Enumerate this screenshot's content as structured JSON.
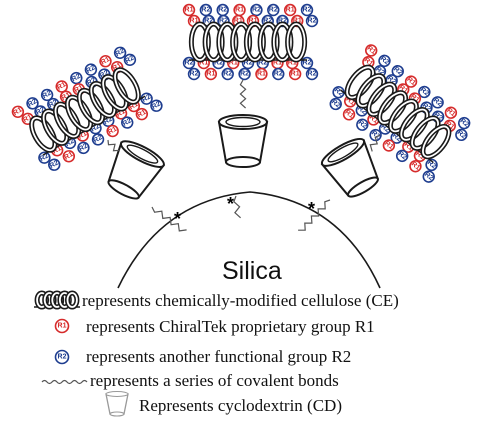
{
  "diagram": {
    "core_label": "Silica",
    "bond_marker": "*",
    "bead_labels": {
      "r1": "R1",
      "r2": "R2"
    },
    "colors": {
      "r1": "#d62b2b",
      "r2": "#1e3d8f",
      "outline": "#1a1a1a",
      "cd": "#777777"
    },
    "icons": {
      "cellulose": "helix-icon",
      "r1": "red-bead-icon",
      "r2": "blue-bead-icon",
      "bond": "wavy-line-icon",
      "cd": "cone-icon"
    }
  },
  "legend": {
    "cellulose": "represents chemically-modified cellulose (CE)",
    "r1": "represents ChiralTek proprietary group R1",
    "r2": "represents another functional group R2",
    "bond": "represents a series of covalent bonds",
    "cd": "Represents  cyclodextrin  (CD)"
  }
}
